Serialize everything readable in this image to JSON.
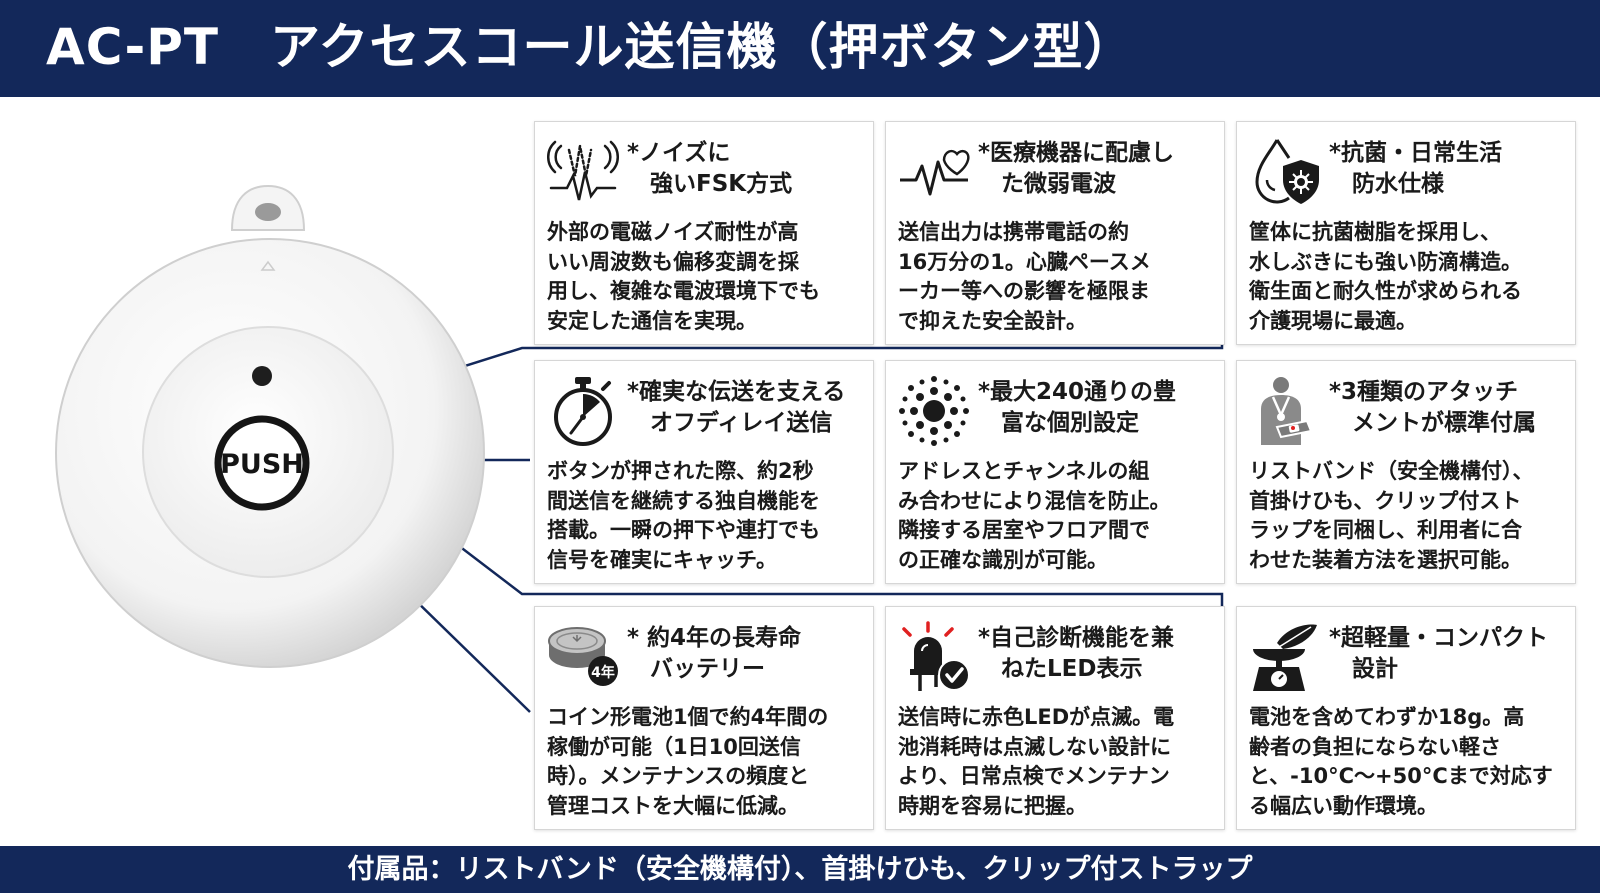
{
  "header": {
    "title": "AC-PT　アクセスコール送信機（押ボタン型）"
  },
  "device": {
    "button_label": "PUSH"
  },
  "cards": [
    {
      "icon": "signal-waveform-icon",
      "title": "*ノイズに\n　強いFSK方式",
      "body": "外部の電磁ノイズ耐性が高\nいい周波数も偏移変調を採\n用し、複雑な電波環境下でも\n安定した通信を実現。"
    },
    {
      "icon": "heartbeat-icon",
      "title": "*医療機器に配慮し\n　た微弱電波",
      "body": "送信出力は携帯電話の約\n16万分の1。心臓ペースメ\nーカー等への影響を極限ま\nで抑えた安全設計。"
    },
    {
      "icon": "waterdrop-shield-icon",
      "title": "*抗菌・日常生活\n　防水仕様",
      "body": "筐体に抗菌樹脂を採用し、\n水しぶきにも強い防滴構造。\n衛生面と耐久性が求められる\n介護現場に最適。"
    },
    {
      "icon": "stopwatch-icon",
      "title": "*確実な伝送を支える\n　オフディレイ送信",
      "body": "ボタンが押された際、約2秒\n間送信を継続する独自機能を\n搭載。一瞬の押下や連打でも\n信号を確実にキャッチ。"
    },
    {
      "icon": "dot-burst-icon",
      "title": "*最大240通りの豊\n　富な個別設定",
      "body": "アドレスとチャンネルの組\nみ合わせにより混信を防止。\n隣接する居室やフロア間で\nの正確な識別が可能。"
    },
    {
      "icon": "person-strap-icon",
      "title": "*3種類のアタッチ\n　メントが標準付属",
      "body": "リストバンド（安全機構付）、\n首掛けひも、クリップ付スト\nラップを同梱し、利用者に合\nわせた装着方法を選択可能。"
    },
    {
      "icon": "coin-battery-icon",
      "icon_badge": "4年",
      "title": "* 約4年の長寿命\n　バッテリー",
      "body": "コイン形電池1個で約4年間の\n稼働が可能（1日10回送信\n時）。メンテナンスの頻度と\n管理コストを大幅に低減。"
    },
    {
      "icon": "led-check-icon",
      "title": "*自己診断機能を兼\n　ねたLED表示",
      "body": "送信時に赤色LEDが点滅。電\n池消耗時は点滅しない設計に\nより、日常点検でメンテナン\n時期を容易に把握。"
    },
    {
      "icon": "scale-feather-icon",
      "title": "*超軽量・コンパクト\n　設計",
      "body": "電池を含めてわずか18g。高\n齢者の負担にならない軽さ\nと、-10°C〜+50°Cまで対応す\nる幅広い動作環境。"
    }
  ],
  "footer": {
    "text": "付属品：リストバンド（安全機構付）、首掛けひも、クリップ付ストラップ"
  },
  "colors": {
    "navy": "#13285a",
    "text": "#1a1a1a",
    "card_border": "#d6d6d6",
    "led_red": "#e02020"
  }
}
